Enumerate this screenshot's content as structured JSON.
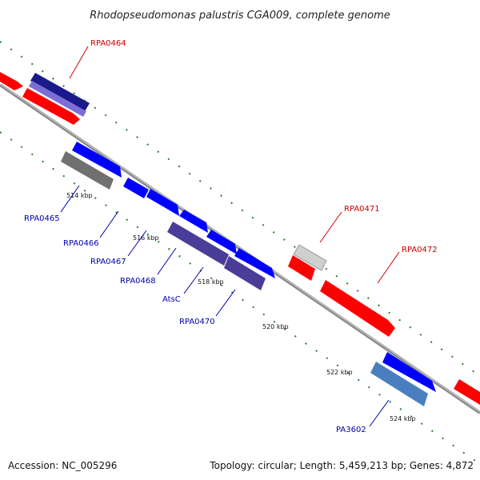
{
  "header": {
    "title": "Rhodopseudomonas palustris CGA009, complete genome"
  },
  "footer": {
    "accession": "Accession: NC_005296",
    "summary": "Topology: circular; Length: 5,459,213 bp; Genes: 4,872"
  },
  "colors": {
    "forward_label": "#cc0000",
    "reverse_label": "#0000aa",
    "backbone": "#888888",
    "tick": "#2d7d2d",
    "red_gene": "#ff0000",
    "blue_gene": "#0000ff",
    "navy_gene": "#1a1a8a",
    "lavender_gene": "#7b6fd6",
    "purple_gene": "#4a3d99",
    "gray_gene": "#707070",
    "light_gray_gene": "#cfcfcf",
    "steel_gene": "#4a7fbf"
  },
  "ticks": {
    "t514": "514 kbp",
    "t516": "516 kbp",
    "t518": "518 kbp",
    "t520": "520 kbp",
    "t522": "522 kbp",
    "t524": "524 kbp"
  },
  "genes": {
    "rpa0464": "RPA0464",
    "rpa0465": "RPA0465",
    "rpa0466": "RPA0466",
    "rpa0467": "RPA0467",
    "rpa0468": "RPA0468",
    "atsc": "AtsC",
    "rpa0470": "RPA0470",
    "rpa0471": "RPA0471",
    "rpa0472": "RPA0472",
    "pa3602": "PA3602"
  }
}
